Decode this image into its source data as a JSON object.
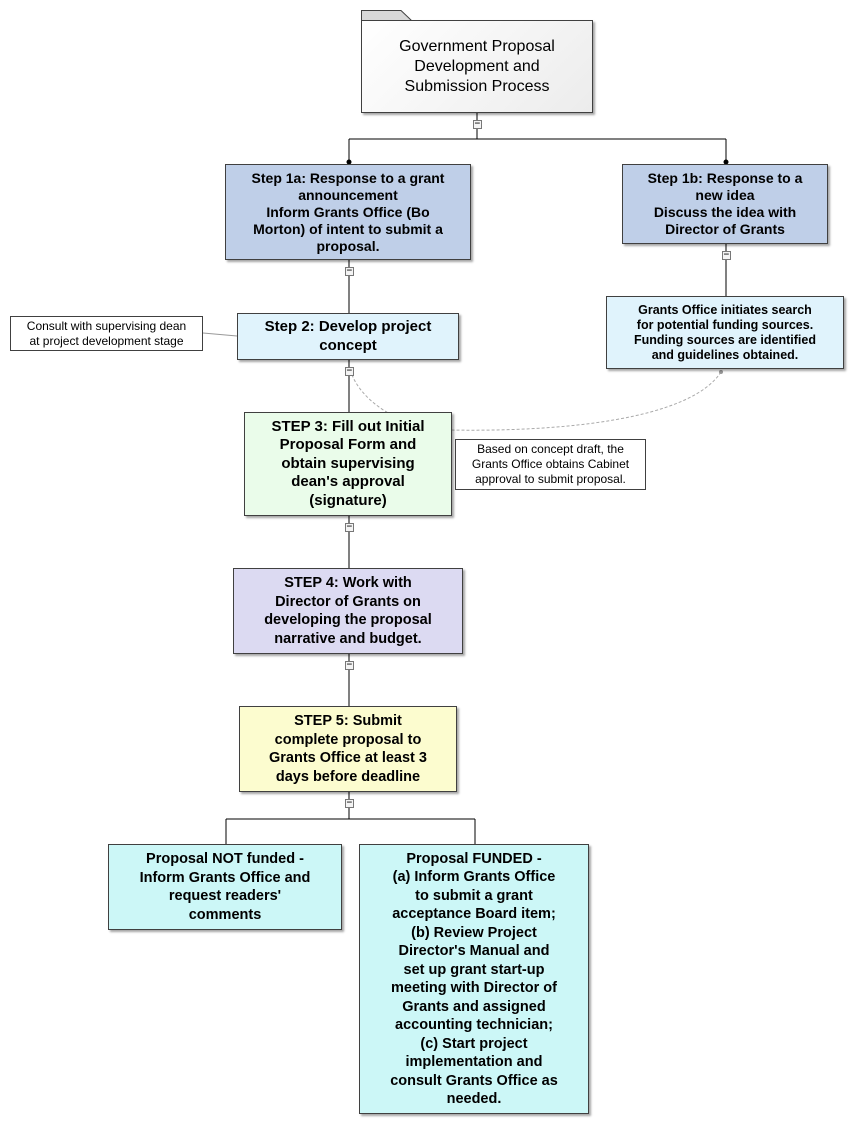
{
  "title": "Government Proposal\nDevelopment and\nSubmission Process",
  "steps": {
    "step1a": "Step 1a: Response to a grant\n announcement\n   Inform Grants Office (Bo\nMorton) of intent to submit a\nproposal.",
    "step1b": "Step 1b: Response to a\n new idea\n   Discuss the idea with\nDirector of Grants",
    "grants_office_search": "Grants Office initiates search\nfor potential funding sources.\nFunding sources are identified\nand guidelines obtained.",
    "step2": "Step 2: Develop project\nconcept",
    "step3": "STEP 3: Fill out Initial\nProposal Form and\nobtain supervising\ndean's approval\n(signature)",
    "step4": "STEP 4: Work with\nDirector of Grants on\ndeveloping the proposal\nnarrative and budget.",
    "step5": "STEP 5: Submit\ncomplete proposal to\nGrants Office at least 3\ndays before deadline",
    "not_funded": "Proposal NOT funded -\nInform Grants Office and\nrequest readers'\ncomments",
    "funded": "Proposal FUNDED -\n(a) Inform Grants Office\nto submit a grant\nacceptance Board item;\n(b) Review Project\nDirector's Manual and\nset up grant start-up\nmeeting with Director of\nGrants and assigned\naccounting technician;\n(c) Start project\nimplementation and\nconsult Grants Office as\nneeded."
  },
  "notes": {
    "dean": "Consult with supervising dean\nat project development stage",
    "cabinet": "Based on concept draft, the\nGrants Office obtains Cabinet\napproval to submit proposal."
  },
  "collapse_symbol": "−",
  "colors": {
    "blue_step": "#bfcfe8",
    "light_blue": "#e0f3fc",
    "light_green": "#eafcea",
    "lavender": "#dcdaf2",
    "light_yellow": "#fcfccf",
    "cyan": "#ccf7f7",
    "connector": "#000000",
    "dashed_link": "#aaaaaa"
  }
}
